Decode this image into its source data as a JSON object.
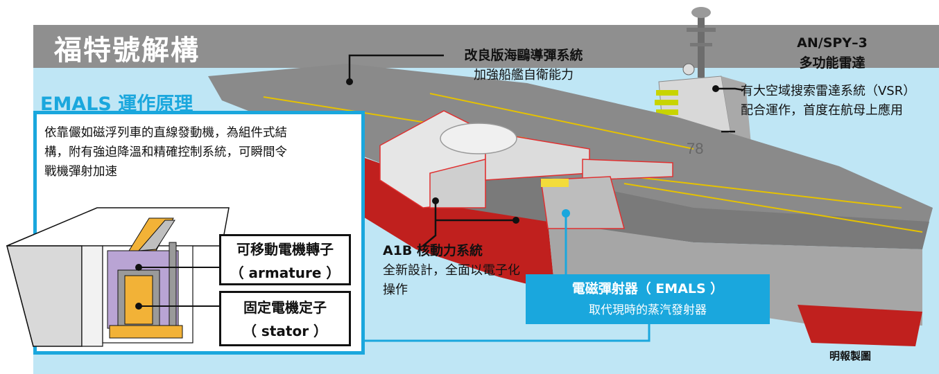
{
  "title": "福特號解構",
  "emals": {
    "heading": "EMALS 運作原理",
    "description": "依靠儼如磁浮列車的直線發動機，為組件式結構，附有強迫降溫和精確控制系統，可瞬間令戰機彈射加速",
    "armature_cn": "可移動電機轉子",
    "armature_en": "（ armature ）",
    "stator_cn": "固定電機定子",
    "stator_en": "（ stator ）"
  },
  "callouts": {
    "sea_sparrow_title": "改良版海鷗導彈系統",
    "sea_sparrow_desc": "加強船艦自衛能力",
    "radar_title_1": "AN/SPY–3",
    "radar_title_2": "多功能雷達",
    "radar_desc": "有大空域搜索雷達系統（VSR）配合運作，首度在航母上應用",
    "reactor_title": "A1B 核動力系統",
    "reactor_desc": "全新設計，全面以電子化操作",
    "launcher_title": "電磁彈射器（ EMALS ）",
    "launcher_desc": "取代現時的蒸汽發射器"
  },
  "hull_number": "78",
  "credit": "明報製圖",
  "colors": {
    "accent_blue": "#1aa7dd",
    "hull_red": "#c0201e",
    "deck_grey": "#7f7f7f",
    "background_blue": "#bfe6f5"
  }
}
